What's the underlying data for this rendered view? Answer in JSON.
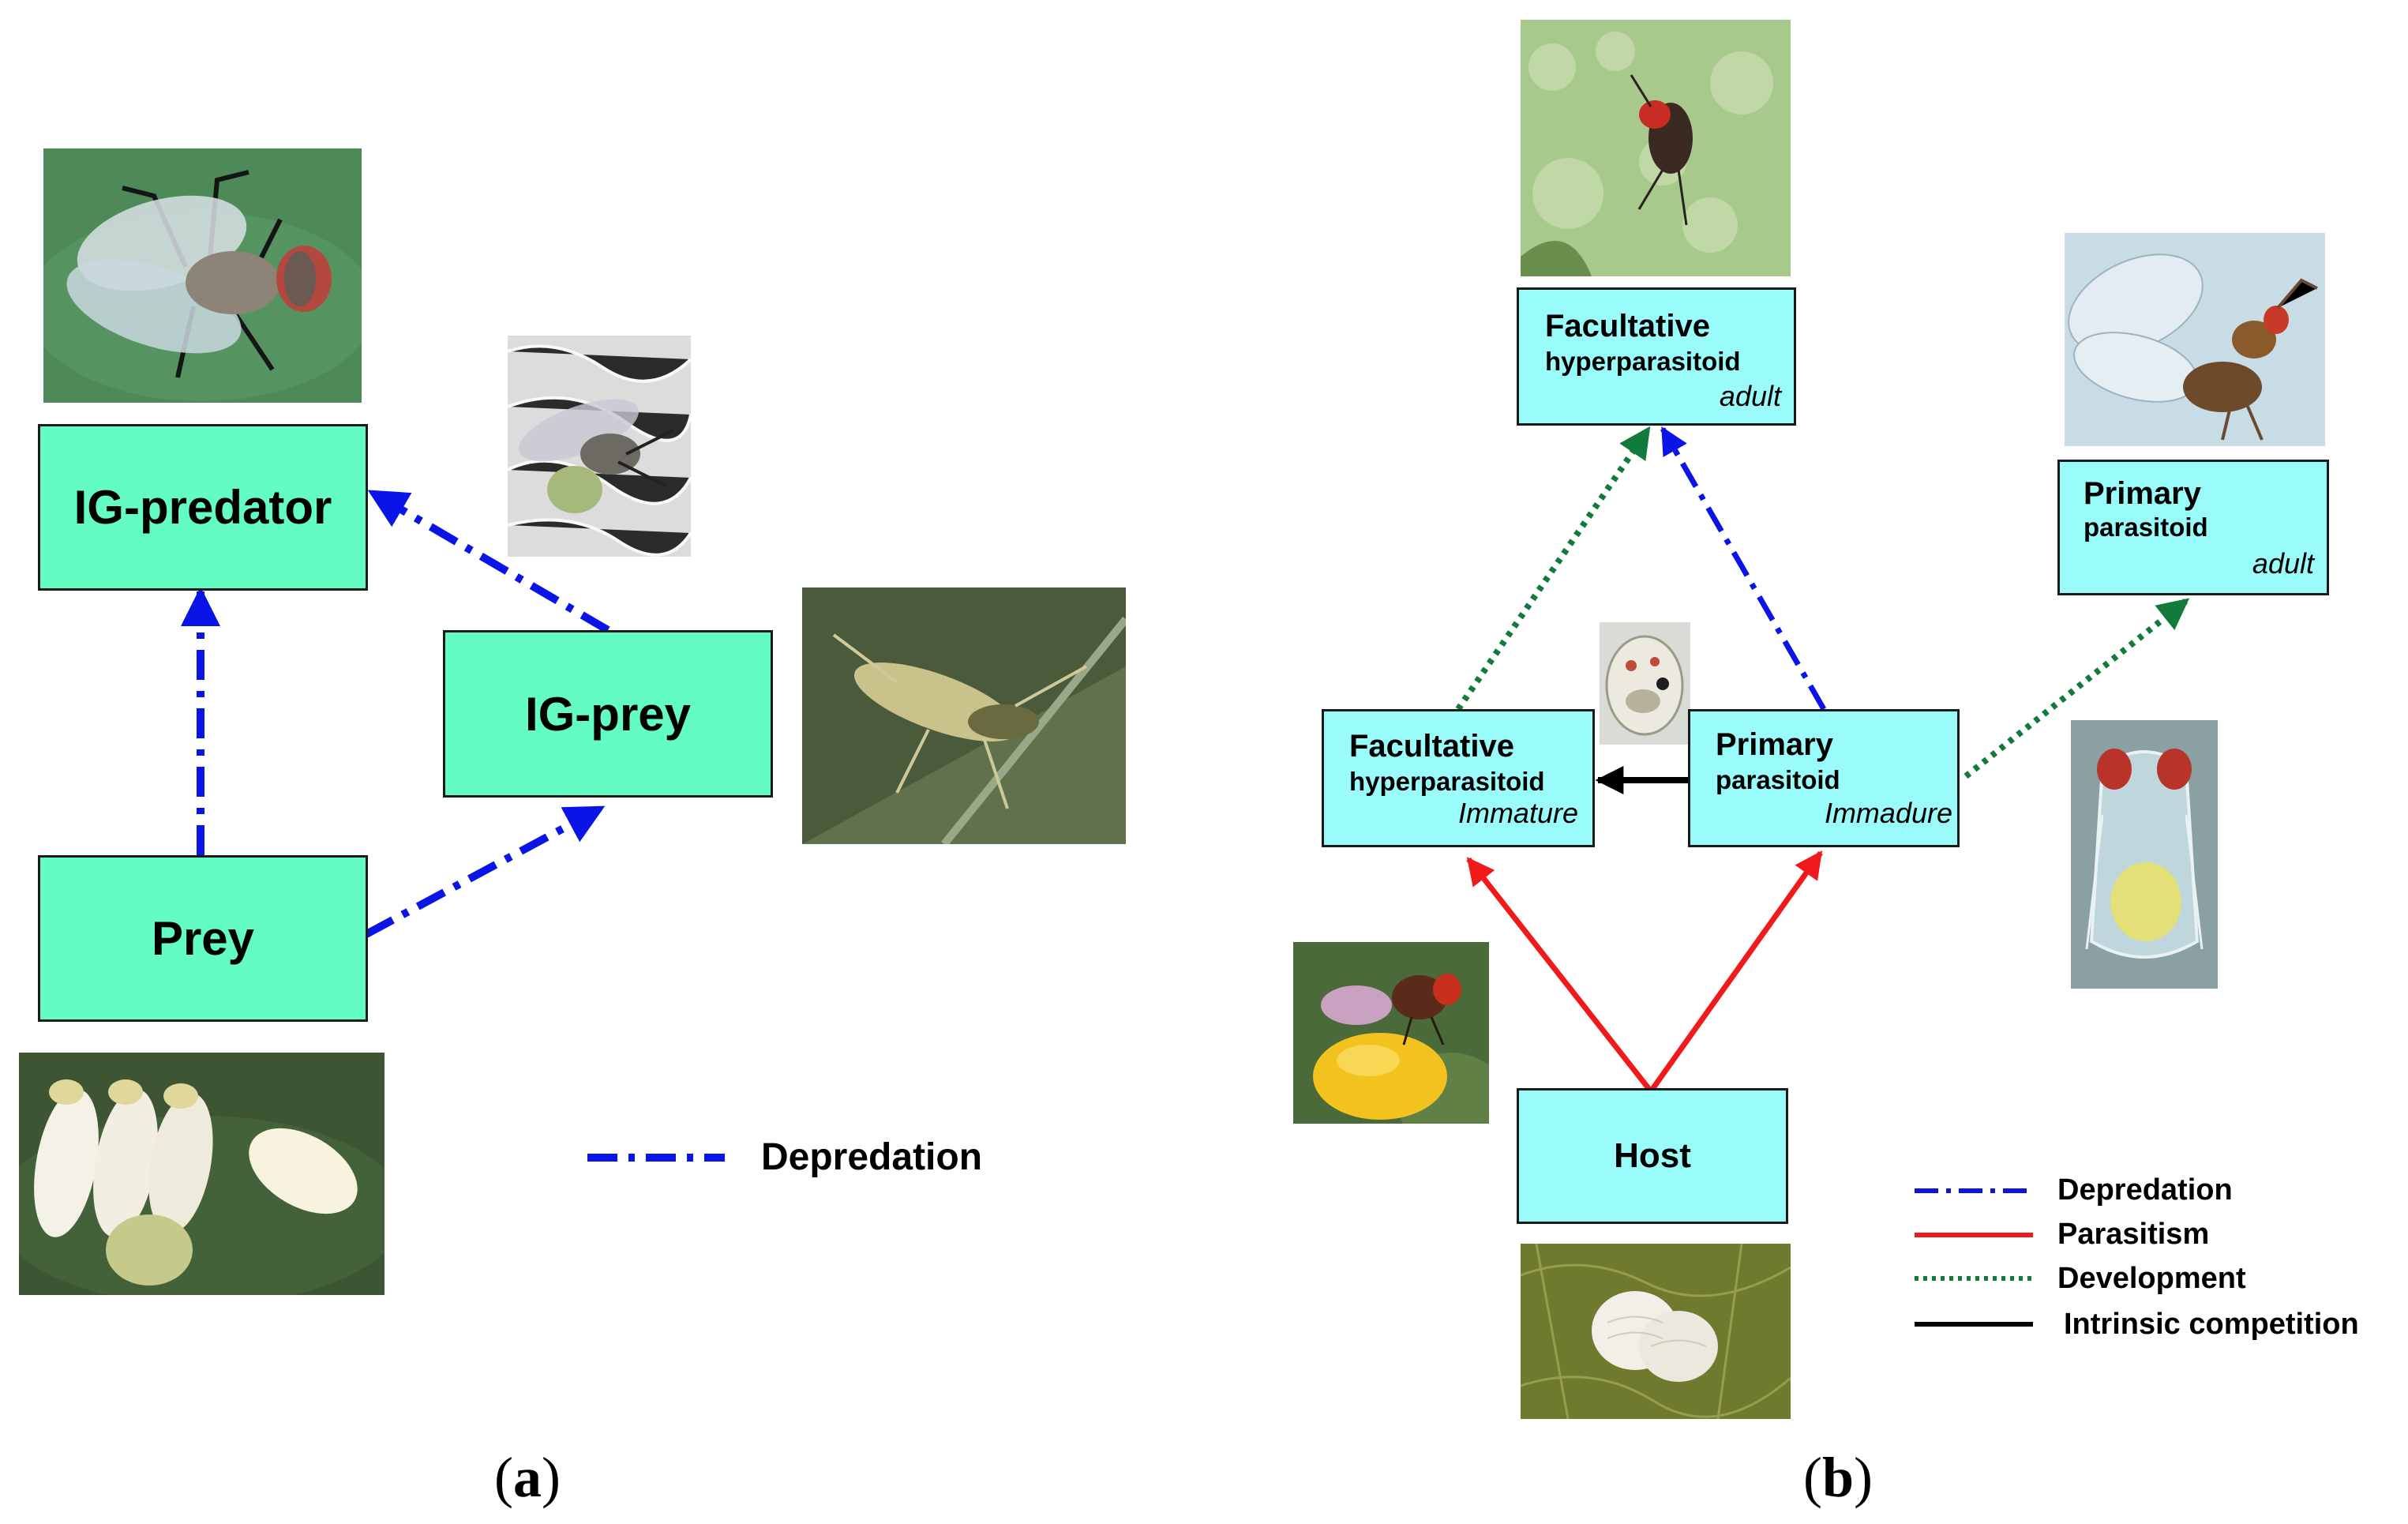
{
  "panel_a": {
    "nodes": {
      "ig_predator": "IG-predator",
      "ig_prey": "IG-prey",
      "prey": "Prey"
    },
    "legend": {
      "depredation": "Depredation"
    },
    "caption": {
      "open": "(",
      "letter": "a",
      "close": ")"
    }
  },
  "panel_b": {
    "fh_adult": {
      "line1": "Facultative",
      "line2": "hyperparasitoid",
      "line3": "adult"
    },
    "pp_adult": {
      "line1": "Primary",
      "line2": "parasitoid",
      "line3": "adult"
    },
    "fh_immature": {
      "line1": "Facultative",
      "line2": "hyperparasitoid",
      "line3": "Immature"
    },
    "pp_immature": {
      "line1": "Primary",
      "line2": "parasitoid",
      "line3": "Immadure"
    },
    "host": "Host",
    "legend": {
      "depredation": "Depredation",
      "parasitism": "Parasitism",
      "development": "Development",
      "intrinsic_competition": "Intrinsic competition"
    },
    "caption": {
      "open": "(",
      "letter": "b",
      "close": ")"
    }
  },
  "colors": {
    "depredation": "#0a14e6",
    "parasitism": "#f01a1a",
    "development": "#127a3a",
    "competition": "#000000",
    "box_green": "#63fcc2",
    "box_cyan": "#99fcfa"
  }
}
